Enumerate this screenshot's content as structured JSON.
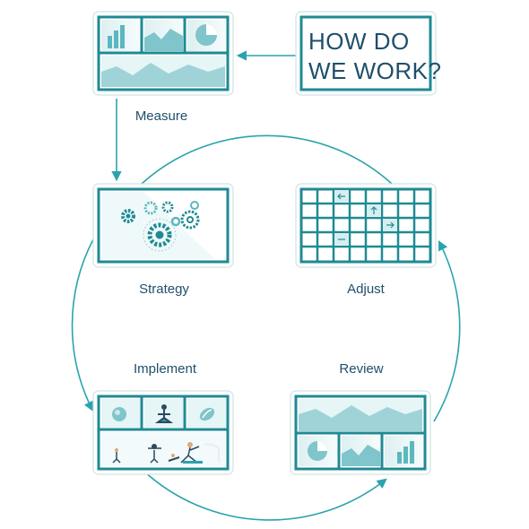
{
  "title_card": {
    "line1": "HOW DO",
    "line2": "WE WORK?"
  },
  "stages": {
    "measure": "Measure",
    "strategy": "Strategy",
    "adjust": "Adjust",
    "implement": "Implement",
    "review": "Review"
  },
  "colors": {
    "frame": "#1f8a94",
    "accent": "#2aa3ad",
    "dark_text": "#1f4f6b",
    "light_fill": "#d7eef0",
    "mid_fill": "#9fd3d7"
  },
  "icons": [
    "bar-chart-icon",
    "area-chart-icon",
    "pie-chart-icon",
    "gears-icon",
    "grid-arrows-icon",
    "fitness-people-icon"
  ]
}
